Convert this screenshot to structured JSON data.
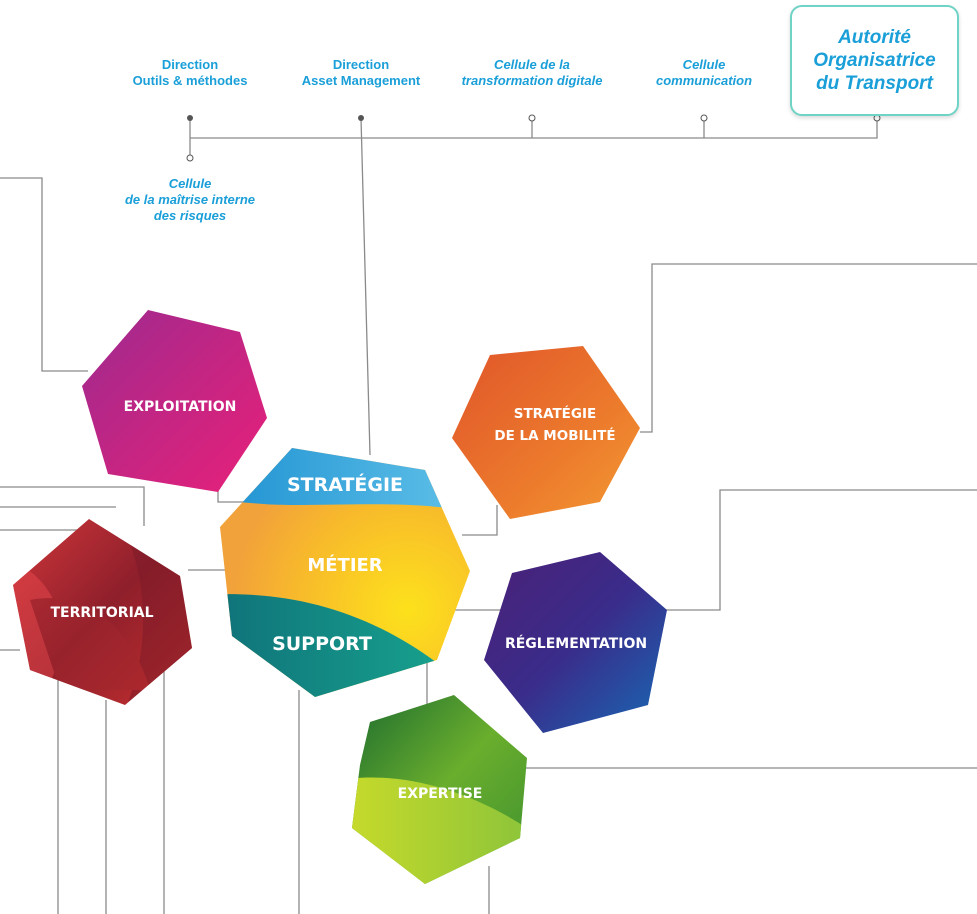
{
  "top_units": [
    {
      "line1": "Direction",
      "line2": "Outils & méthodes"
    },
    {
      "line1": "Direction",
      "line2": "Asset Management"
    },
    {
      "line1": "Cellule de la",
      "line2": "transformation digitale"
    },
    {
      "line1": "Cellule",
      "line2": "communication"
    }
  ],
  "risk_cell": {
    "line1": "Cellule",
    "line2": "de la maîtrise interne",
    "line3": "des risques"
  },
  "authority": {
    "line1": "Autorité",
    "line2": "Organisatrice",
    "line3": "du Transport"
  },
  "hexagons": {
    "exploitation": "EXPLOITATION",
    "strategie_mobilite_line1": "STRATÉGIE",
    "strategie_mobilite_line2": "DE LA MOBILITÉ",
    "strategie": "STRATÉGIE",
    "metier": "MÉTIER",
    "support": "SUPPORT",
    "territorial": "TERRITORIAL",
    "reglementation": "RÉGLEMENTATION",
    "expertise": "EXPERTISE"
  },
  "colors": {
    "label_blue": "#1a9fd8",
    "line_gray": "#8a8a8a",
    "exploitation": "#c91e7a",
    "strategie_mobilite": "#e8742a",
    "metier": "#f6b426",
    "strategie_band": "#2aa9e0",
    "support_band": "#138a86",
    "territorial": "#b3232b",
    "reglementation": "#3c2a86",
    "expertise": "#78b62a",
    "authority_border": "#6fd3c5"
  }
}
